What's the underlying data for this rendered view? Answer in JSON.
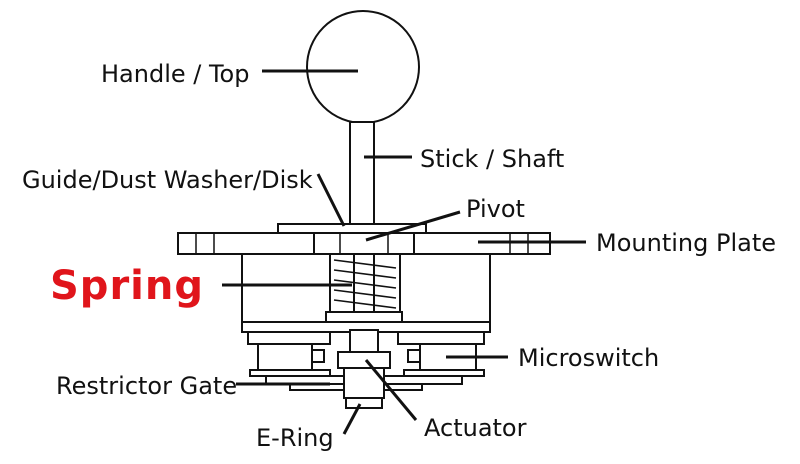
{
  "labels": {
    "handle": "Handle / Top",
    "shaft": "Stick / Shaft",
    "guide": "Guide/Dust Washer/Disk",
    "pivot": "Pivot",
    "mounting_plate": "Mounting Plate",
    "spring": "Spring",
    "microswitch": "Microswitch",
    "restrictor_gate": "Restrictor Gate",
    "actuator": "Actuator",
    "e_ring": "E-Ring"
  },
  "colors": {
    "highlight": "#e0151b",
    "line": "#111111"
  }
}
